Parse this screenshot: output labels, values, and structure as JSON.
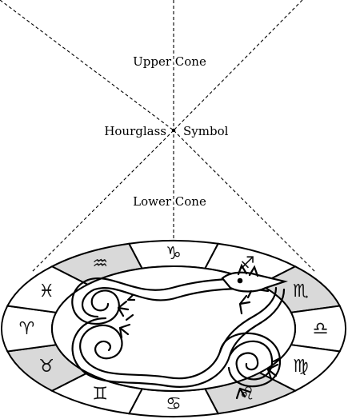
{
  "labels": {
    "upper_cone": "Upper Cone",
    "hourglass": "Hourglass",
    "symbol": "Symbol",
    "lower_cone": "Lower Cone"
  },
  "zodiac": {
    "segments": [
      {
        "sign": "aquarius",
        "glyph": "♒",
        "shaded": true
      },
      {
        "sign": "capricorn",
        "glyph": "♑",
        "shaded": false
      },
      {
        "sign": "sagittarius",
        "glyph": "♐",
        "shaded": false
      },
      {
        "sign": "scorpio",
        "glyph": "♏",
        "shaded": true
      },
      {
        "sign": "libra",
        "glyph": "♎",
        "shaded": false
      },
      {
        "sign": "virgo",
        "glyph": "♍",
        "shaded": false
      },
      {
        "sign": "leo",
        "glyph": "♌",
        "shaded": true
      },
      {
        "sign": "cancer",
        "glyph": "♋",
        "shaded": false
      },
      {
        "sign": "gemini",
        "glyph": "♊",
        "shaded": false
      },
      {
        "sign": "taurus",
        "glyph": "♉",
        "shaded": true
      },
      {
        "sign": "aries",
        "glyph": "♈",
        "shaded": false
      },
      {
        "sign": "pisces",
        "glyph": "♓",
        "shaded": false
      }
    ],
    "shade_color": "#d9d9d9"
  },
  "center_image": "dragon-ouroboros-icon"
}
